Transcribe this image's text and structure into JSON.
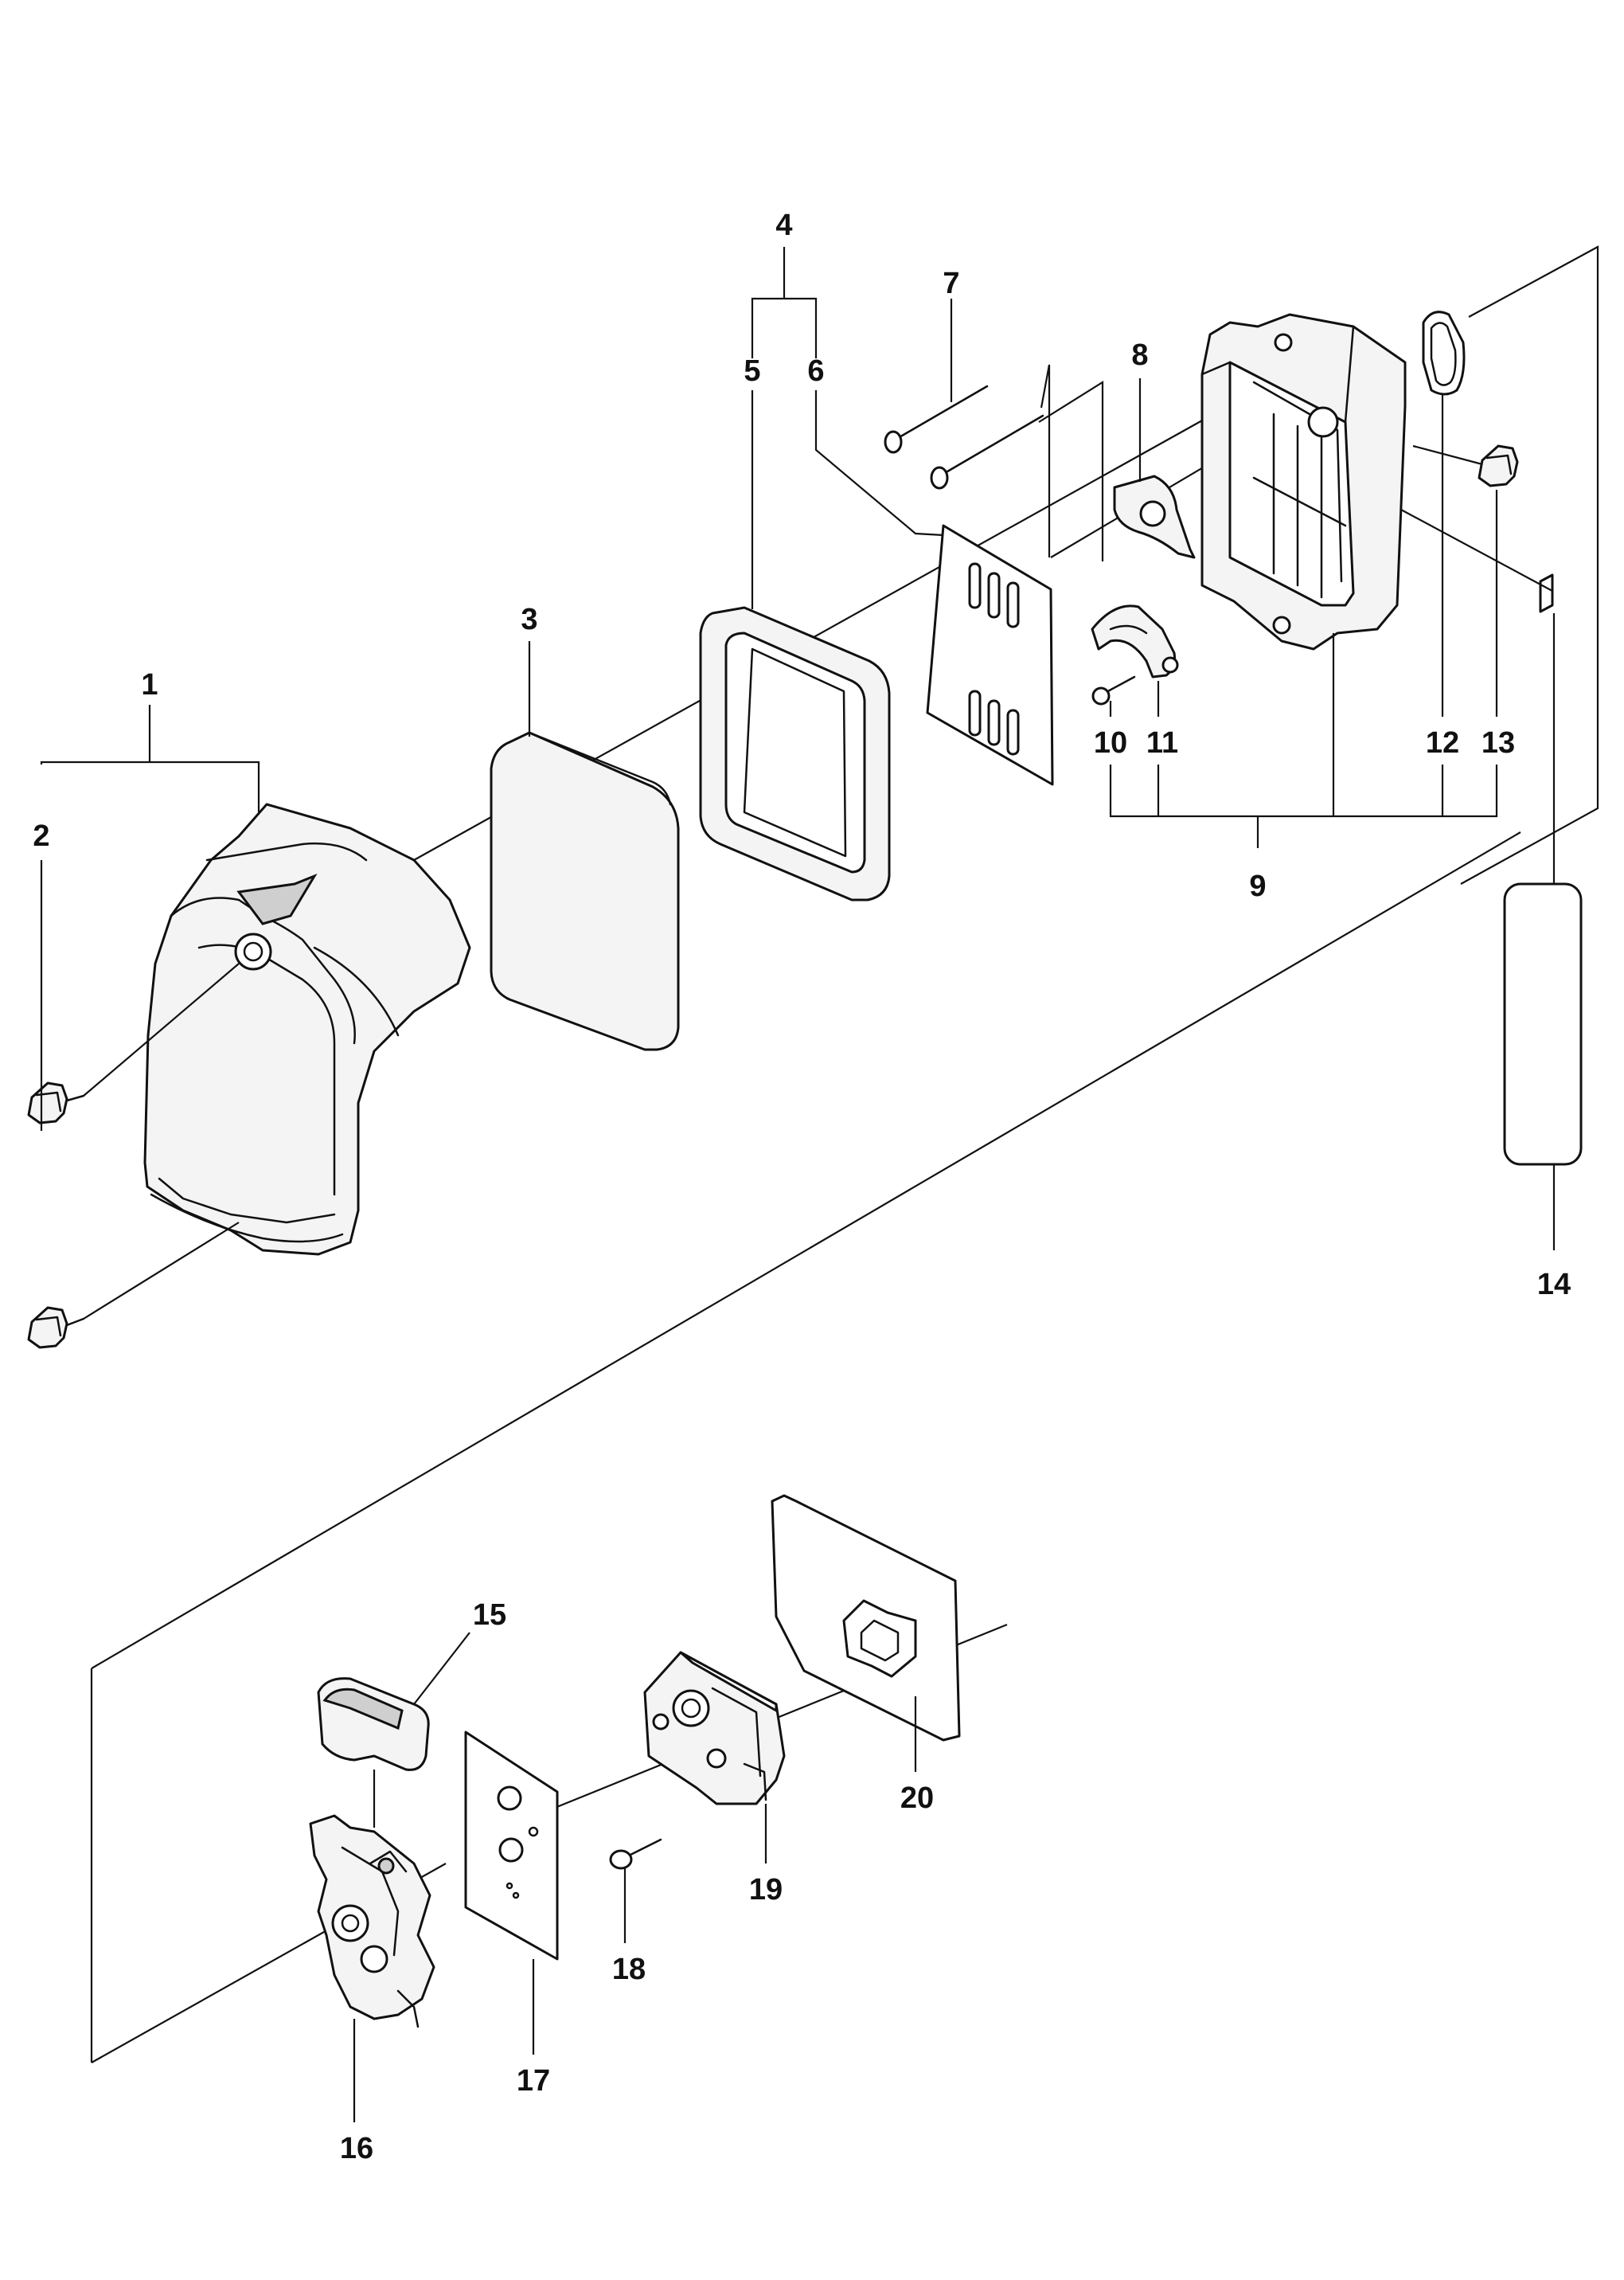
{
  "callouts": {
    "p1": "1",
    "p2": "2",
    "p3": "3",
    "p4": "4",
    "p5": "5",
    "p6": "6",
    "p7": "7",
    "p8": "8",
    "p9": "9",
    "p10": "10",
    "p11": "11",
    "p12": "12",
    "p13": "13",
    "p14": "14",
    "p15": "15",
    "p16": "16",
    "p17": "17",
    "p18": "18",
    "p19": "19",
    "p20": "20"
  }
}
